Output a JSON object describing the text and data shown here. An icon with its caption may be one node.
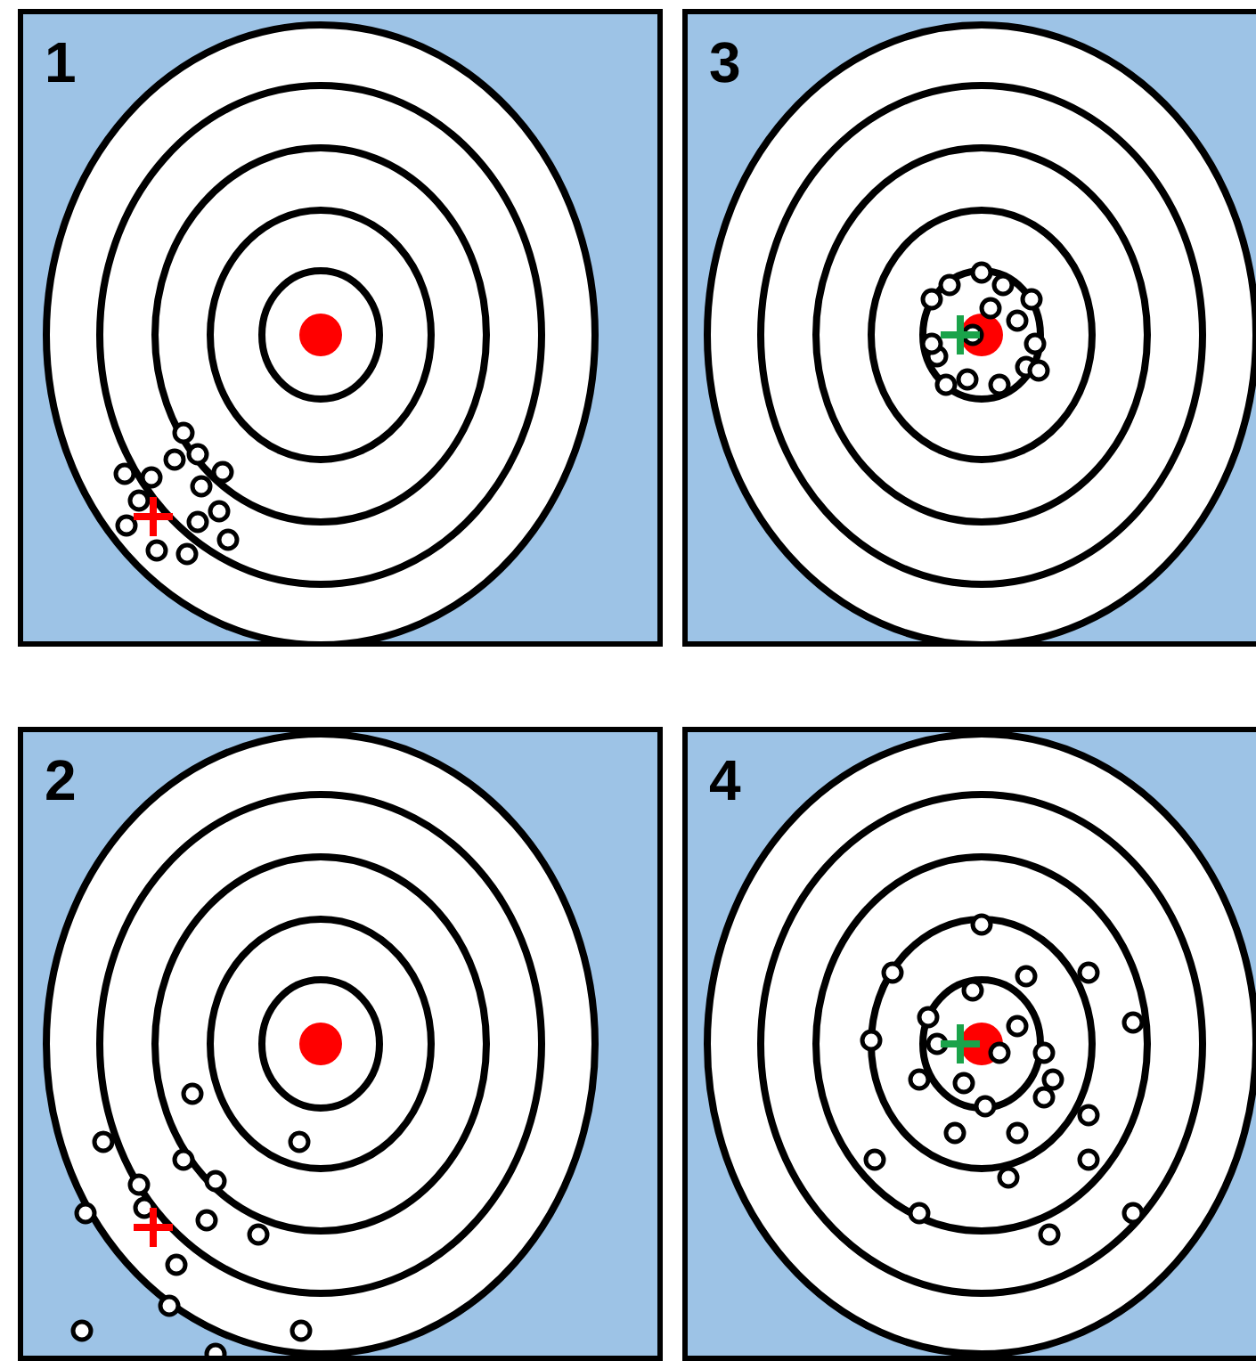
{
  "diagram": {
    "nodes": [
      {
        "text": [
          "1"
        ]
      },
      {
        "text": [
          "3"
        ]
      },
      {
        "text": [
          "2"
        ]
      },
      {
        "text": [
          "4"
        ]
      }
    ]
  }
}
